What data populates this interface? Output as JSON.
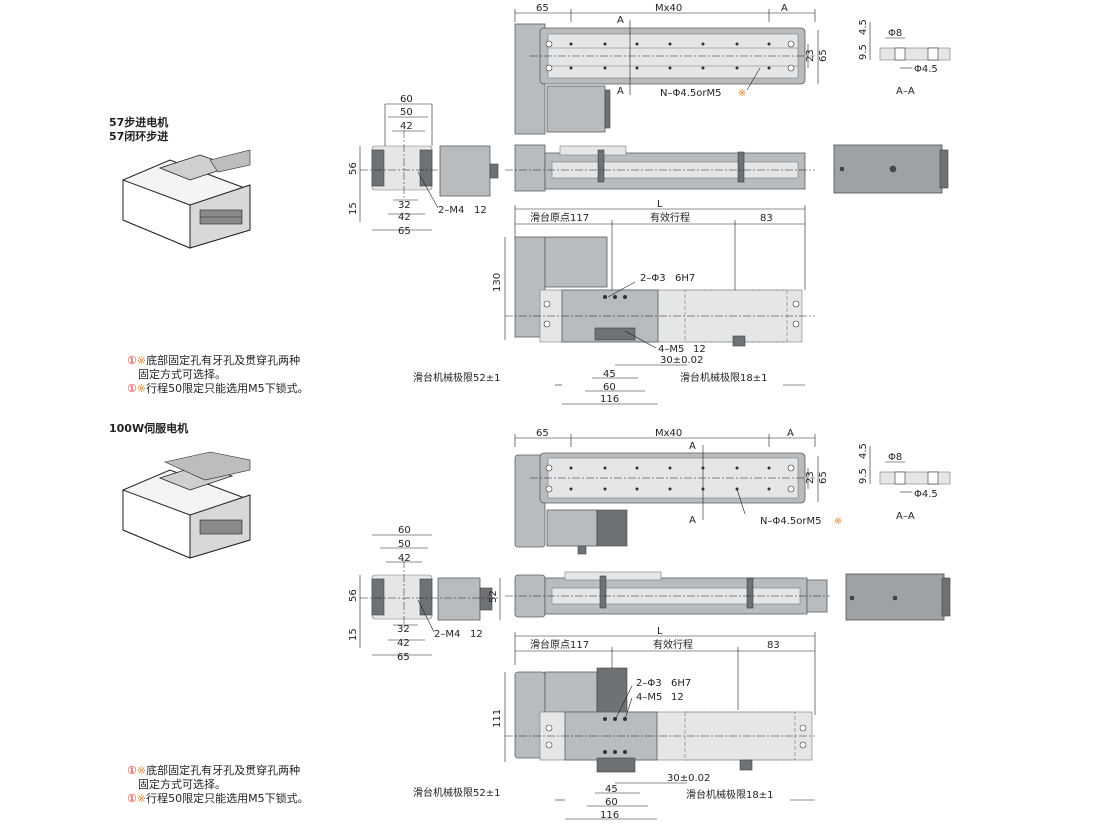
{
  "section1": {
    "title_line1": "57步进电机",
    "title_line2": "57闭环步进",
    "note1_prefix": "①",
    "note1_mark": "※",
    "note1_text": "底部固定孔有牙孔及贯穿孔两种",
    "note1_text2": "固定方式可选择。",
    "note2_prefix": "①",
    "note2_mark": "※",
    "note2_text": "行程50限定只能选用M5下锁式。"
  },
  "section2": {
    "title": "100W伺服电机",
    "note1_prefix": "①",
    "note1_mark": "※",
    "note1_text": "底部固定孔有牙孔及贯穿孔两种",
    "note1_text2": "固定方式可选择。",
    "note2_prefix": "①",
    "note2_mark": "※",
    "note2_text": "行程50限定只能选用M5下锁式。"
  },
  "dims": {
    "d65": "65",
    "mx40": "Mx40",
    "a": "A",
    "a_a": "A–A",
    "d23": "23",
    "d65v": "65",
    "d45": "4.5",
    "d95": "9.5",
    "phi8": "Φ8",
    "phi45": "Φ4.5",
    "n_holes": "N–Φ4.5orM5",
    "n_mark": "※",
    "d60": "60",
    "d50": "50",
    "d42": "42",
    "d56": "56",
    "d15": "15",
    "d32": "32",
    "d42b": "42",
    "d65b": "65",
    "m4": "2–M4",
    "m4depth": "12",
    "l": "L",
    "origin": "滑台原点117",
    "stroke": "有效行程",
    "d83": "83",
    "d130": "130",
    "phi3": "2–Φ3",
    "phi3depth": "6H7",
    "m5": "4–M5",
    "m5depth": "12",
    "d30": "30±0.02",
    "limit52": "滑台机械极限52±1",
    "limit18": "滑台机械极限18±1",
    "d45b": "45",
    "d60b": "60",
    "d116": "116",
    "d52": "52",
    "d111": "111"
  }
}
